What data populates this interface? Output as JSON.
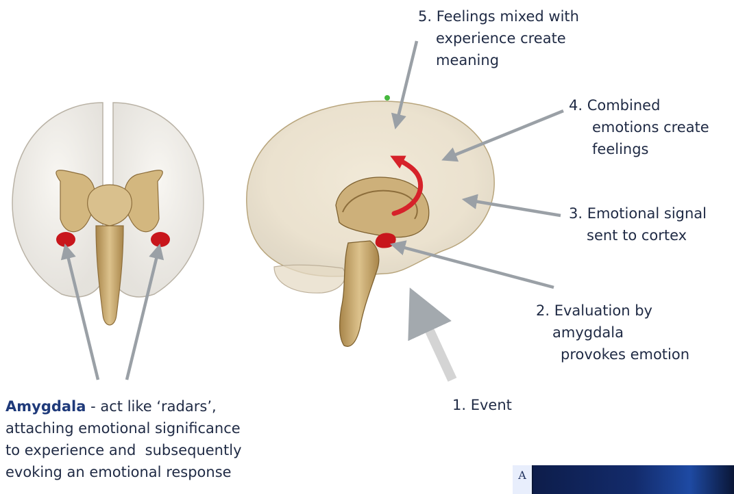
{
  "labels": {
    "step5": [
      "5. Feelings mixed with",
      "experience create",
      "meaning"
    ],
    "step4": [
      "4. Combined",
      "emotions create",
      "feelings"
    ],
    "step3": [
      "3. Emotional signal",
      "sent to cortex"
    ],
    "step2": [
      "2. Evaluation by",
      "amygdala",
      "provokes emotion"
    ],
    "step1": "1. Event"
  },
  "amygdala_caption": {
    "term": "Amygdala",
    "rest_line1": " - act like ‘radars’,",
    "line2": "attaching emotional significance",
    "line3": "to experience and  subsequently",
    "line4": "evoking an emotional response"
  },
  "thumbnail": {
    "logo_letter": "A"
  },
  "colors": {
    "text": "#1f2a44",
    "emphasis": "#1f3a7a",
    "arrow": "#9aa0a6",
    "event_arrow": "#c8c8c8",
    "amygdala": "#c8161c",
    "cycle_arrow": "#d6222a",
    "brain_tissue": "#d8c49a",
    "subcortex": "#c9a96b"
  }
}
